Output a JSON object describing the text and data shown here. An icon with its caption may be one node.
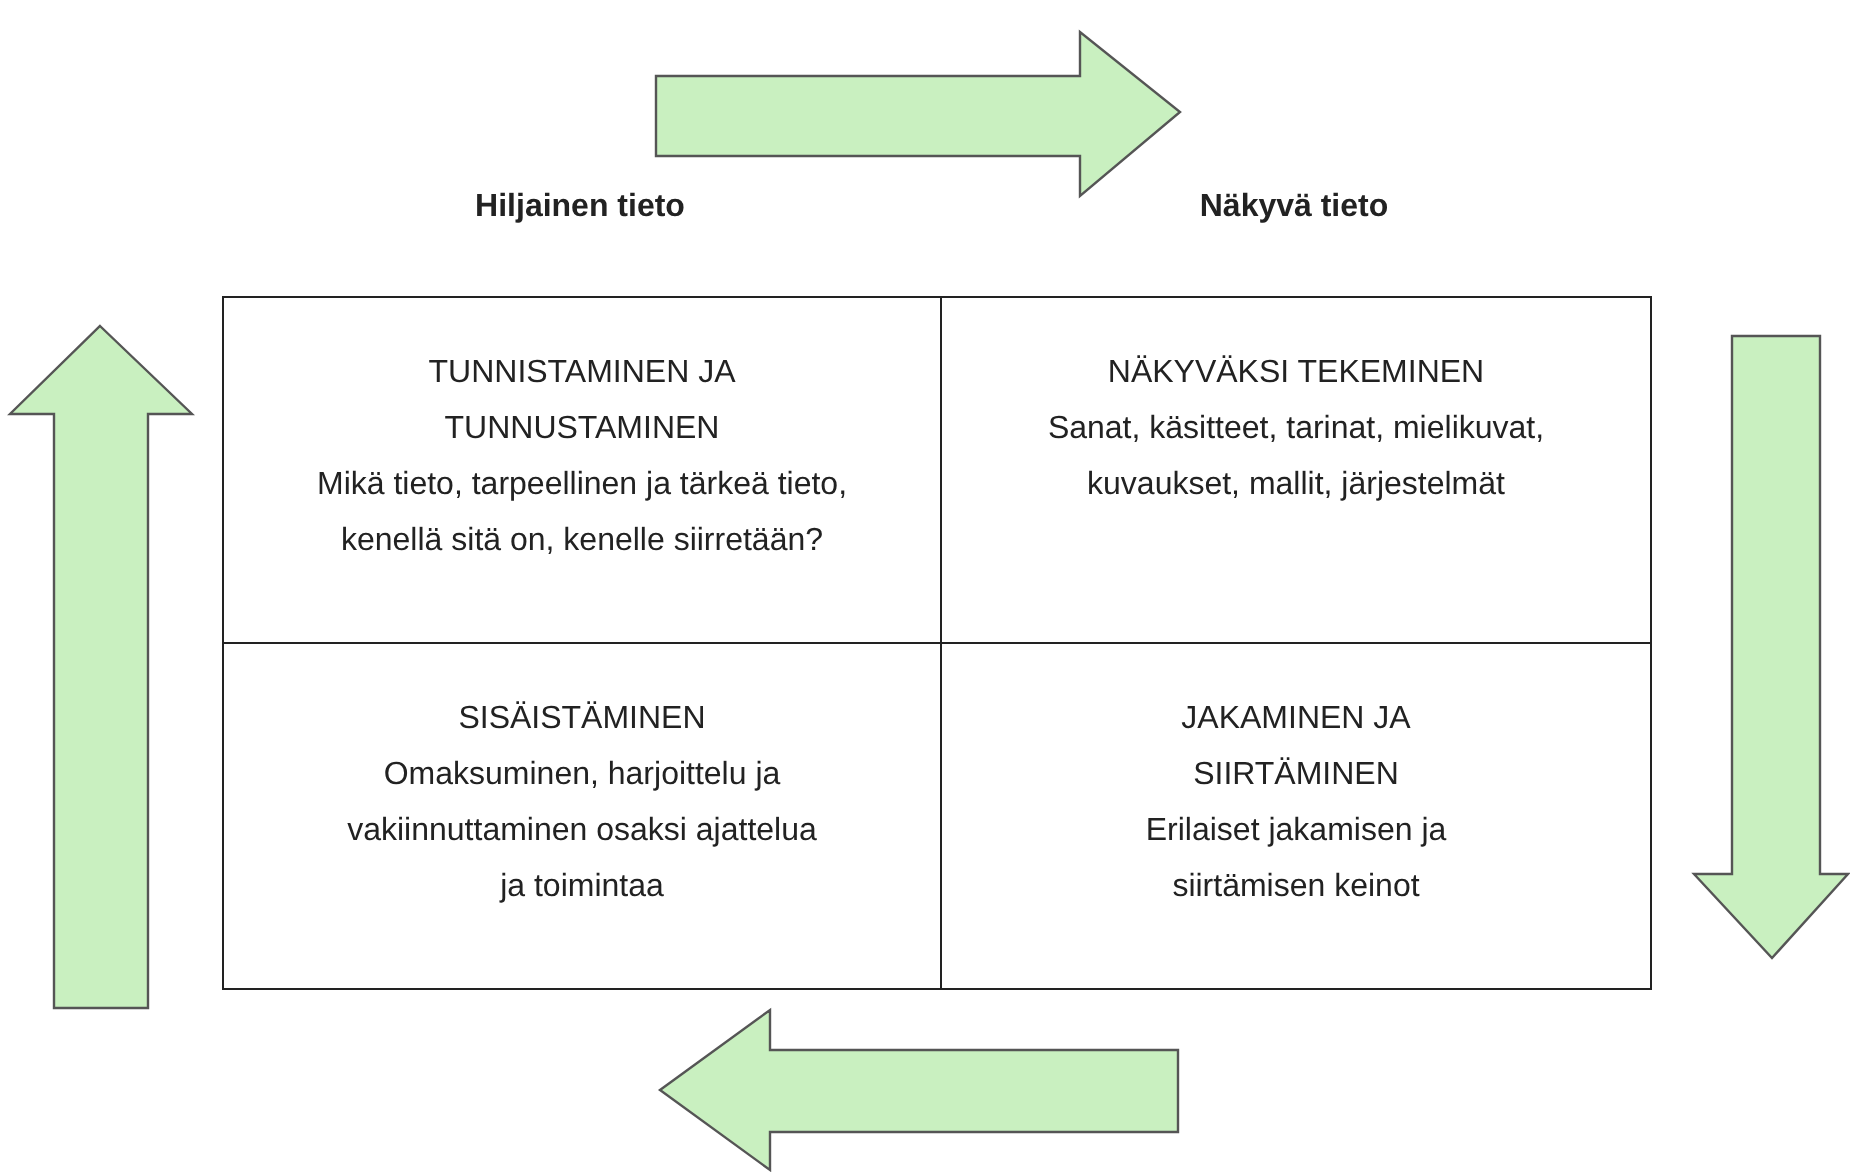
{
  "diagram": {
    "nodes": [
      {
        "text": [
          "TUNNISTAMINEN JA TUNNUSTAMINEN",
          "Mikä tieto, tarpeellinen ja tärkeä tieto, kenellä sitä on, kenelle siirretään?"
        ]
      },
      {
        "text": [
          "NÄKYVÄKSI TEKEMINEN",
          "Sanat, käsitteet, tarinat, mielikuvat, kuvaukset, mallit, järjestelmät"
        ]
      },
      {
        "text": [
          "SISÄISTÄMINEN",
          "Omaksuminen, harjoittelu ja vakiinnuttaminen osaksi ajattelua ja toimintaa"
        ]
      },
      {
        "text": [
          "JAKAMINEN JA SIIRTÄMINEN",
          "Erilaiset jakamisen ja siirtämisen keinot"
        ]
      }
    ],
    "edges": [],
    "labels": [
      "Hiljainen tieto",
      "Näkyvä tieto"
    ]
  }
}
